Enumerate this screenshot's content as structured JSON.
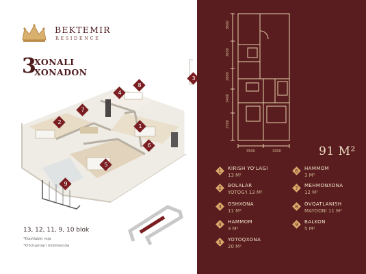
{
  "brand": {
    "name": "BEKTEMIR",
    "sub": "RESIDENCE"
  },
  "title": {
    "number": "3",
    "line1": "XONALI",
    "line2": "XONADON"
  },
  "blocks": "13, 12, 11, 9, 10 blok",
  "notes": [
    "*Dastlabki reja",
    "*O'lchamlari millimetrda"
  ],
  "area_total": "91 M²",
  "dimensions": {
    "left_width": "3500",
    "right_width": "3300",
    "heights": [
      "3600",
      "3600",
      "2800",
      "3400",
      "3700"
    ]
  },
  "plan_markers": [
    "1",
    "2",
    "3",
    "4",
    "5",
    "6",
    "7",
    "8",
    "9"
  ],
  "rooms": [
    {
      "num": "1",
      "name": "KIRISH YO'LAGI",
      "area": "13 M²"
    },
    {
      "num": "2",
      "name": "BOLALAR",
      "name2": "YOTOG'I",
      "area": "13 M²"
    },
    {
      "num": "3",
      "name": "OSHXONA",
      "area": "11 M²"
    },
    {
      "num": "4",
      "name": "HAMMOM",
      "area": "3 M²"
    },
    {
      "num": "5",
      "name": "YOTOQXONA",
      "area": "20 M²"
    },
    {
      "num": "6",
      "name": "HAMMOM",
      "area": "3 M²"
    },
    {
      "num": "7",
      "name": "MEHMONXONA",
      "area": "12 M²"
    },
    {
      "num": "8",
      "name": "OVQATLANISH",
      "name2": "MAYDONI",
      "area": "11 M²"
    },
    {
      "num": "9",
      "name": "BALKON",
      "area": "5 M²"
    }
  ],
  "colors": {
    "panel": "#5a1d1f",
    "accent": "#d8a96a",
    "marker": "#7a1e22"
  }
}
